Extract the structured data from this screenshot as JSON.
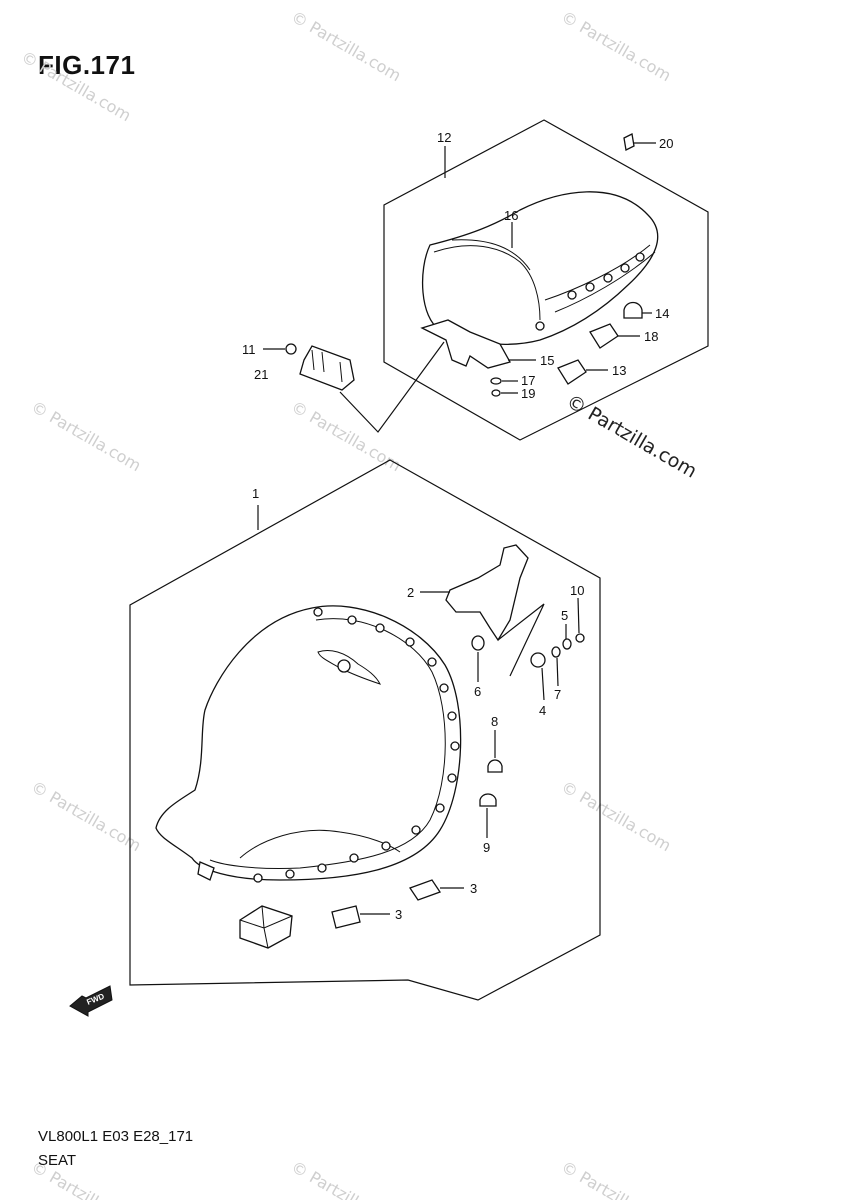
{
  "figure": {
    "title": "FIG.171",
    "code": "VL800L1 E03 E28_171",
    "name": "SEAT"
  },
  "watermark": {
    "text": "© Partzilla.com",
    "featured_text": "© Partzilla.com"
  },
  "callouts": {
    "c1": "1",
    "c2": "2",
    "c3a": "3",
    "c3b": "3",
    "c4": "4",
    "c5": "5",
    "c6": "6",
    "c7": "7",
    "c8": "8",
    "c9": "9",
    "c10": "10",
    "c11": "11",
    "c12": "12",
    "c13": "13",
    "c14": "14",
    "c15": "15",
    "c16": "16",
    "c17": "17",
    "c18": "18",
    "c19": "19",
    "c20": "20",
    "c21": "21"
  },
  "fwd_arrow": {
    "label": "FWD"
  }
}
